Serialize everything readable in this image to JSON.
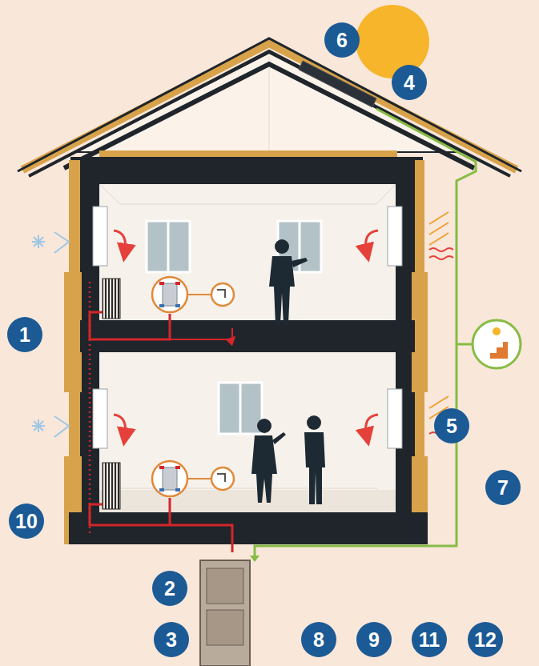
{
  "diagram": {
    "labels": [
      "6",
      "4",
      "1",
      "5",
      "7",
      "10",
      "2",
      "3",
      "8",
      "9",
      "11",
      "12"
    ]
  }
}
